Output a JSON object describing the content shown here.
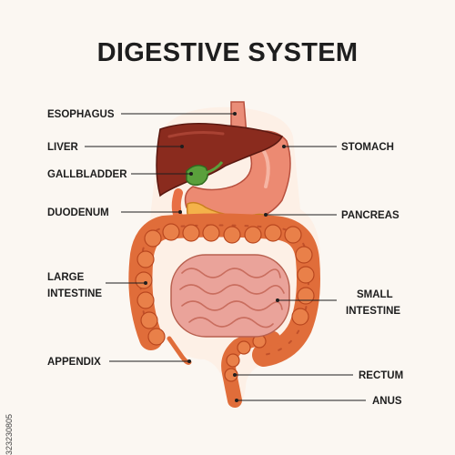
{
  "title": "DIGESTIVE SYSTEM",
  "labels": {
    "esophagus": "ESOPHAGUS",
    "liver": "LIVER",
    "gallbladder": "GALLBLADDER",
    "duodenum": "DUODENUM",
    "large_intestine_line1": "LARGE",
    "large_intestine_line2": "INTESTINE",
    "appendix": "APPENDIX",
    "stomach": "STOMACH",
    "pancreas": "PANCREAS",
    "small_intestine_line1": "SMALL",
    "small_intestine_line2": "INTESTINE",
    "rectum": "RECTUM",
    "anus": "ANUS"
  },
  "stock_id": "323230805",
  "colors": {
    "background": "#fbf7f2",
    "liver": "#8a2b1e",
    "stomach": "#ec8a72",
    "gallbladder": "#5aa03c",
    "pancreas": "#f4b24a",
    "large_intestine": "#e06d3a",
    "small_intestine": "#eaa39a",
    "leader_line": "#1e1e1e"
  }
}
